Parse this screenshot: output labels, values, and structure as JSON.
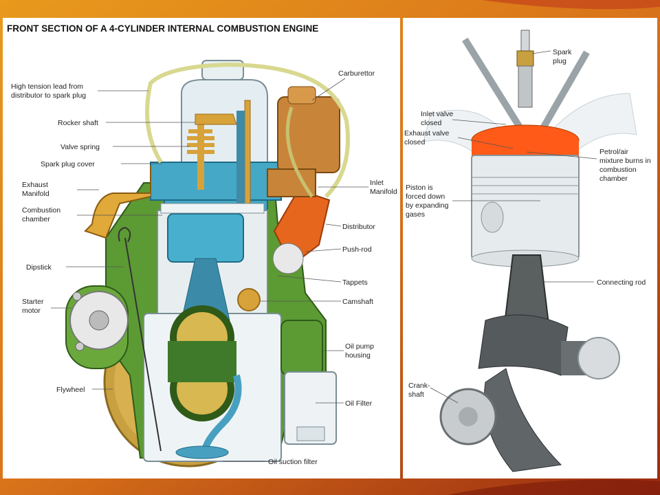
{
  "slide": {
    "title": "FRONT SECTION OF A 4-CYLINDER INTERNAL COMBUSTION ENGINE",
    "colors": {
      "background": "#d97a14",
      "engine_block": "#5c9a34",
      "coolant": "#44a8c6",
      "orange_parts": "#e6661e",
      "bronze_parts": "#c89a3a",
      "petrol_burn": "#ff5a18"
    }
  },
  "left_diagram": {
    "labels": [
      "High tension lead from",
      "distributor to spark plug",
      "Rocker shaft",
      "Valve spring",
      "Spark plug cover",
      "Exhaust",
      "Manifold",
      "Combustion",
      "chamber",
      "Dipstick",
      "Starter",
      "motor",
      "Flywheel",
      "Carburettor",
      "Inlet",
      "Manifold",
      "Distributor",
      "Push-rod",
      "Tappets",
      "Camshaft",
      "Oil pump",
      "housing",
      "Oil Filter",
      "Oil suction filter"
    ]
  },
  "right_diagram": {
    "labels": [
      "Spark",
      "plug",
      "Inlet valve",
      "closed",
      "Exhaust valve",
      "closed",
      "Petrol/air",
      "mixture burns in",
      "combustion",
      "chamber",
      "Piston is",
      "forced down",
      "by expanding",
      "gases",
      "Connecting rod",
      "Crank-",
      "shaft"
    ]
  }
}
